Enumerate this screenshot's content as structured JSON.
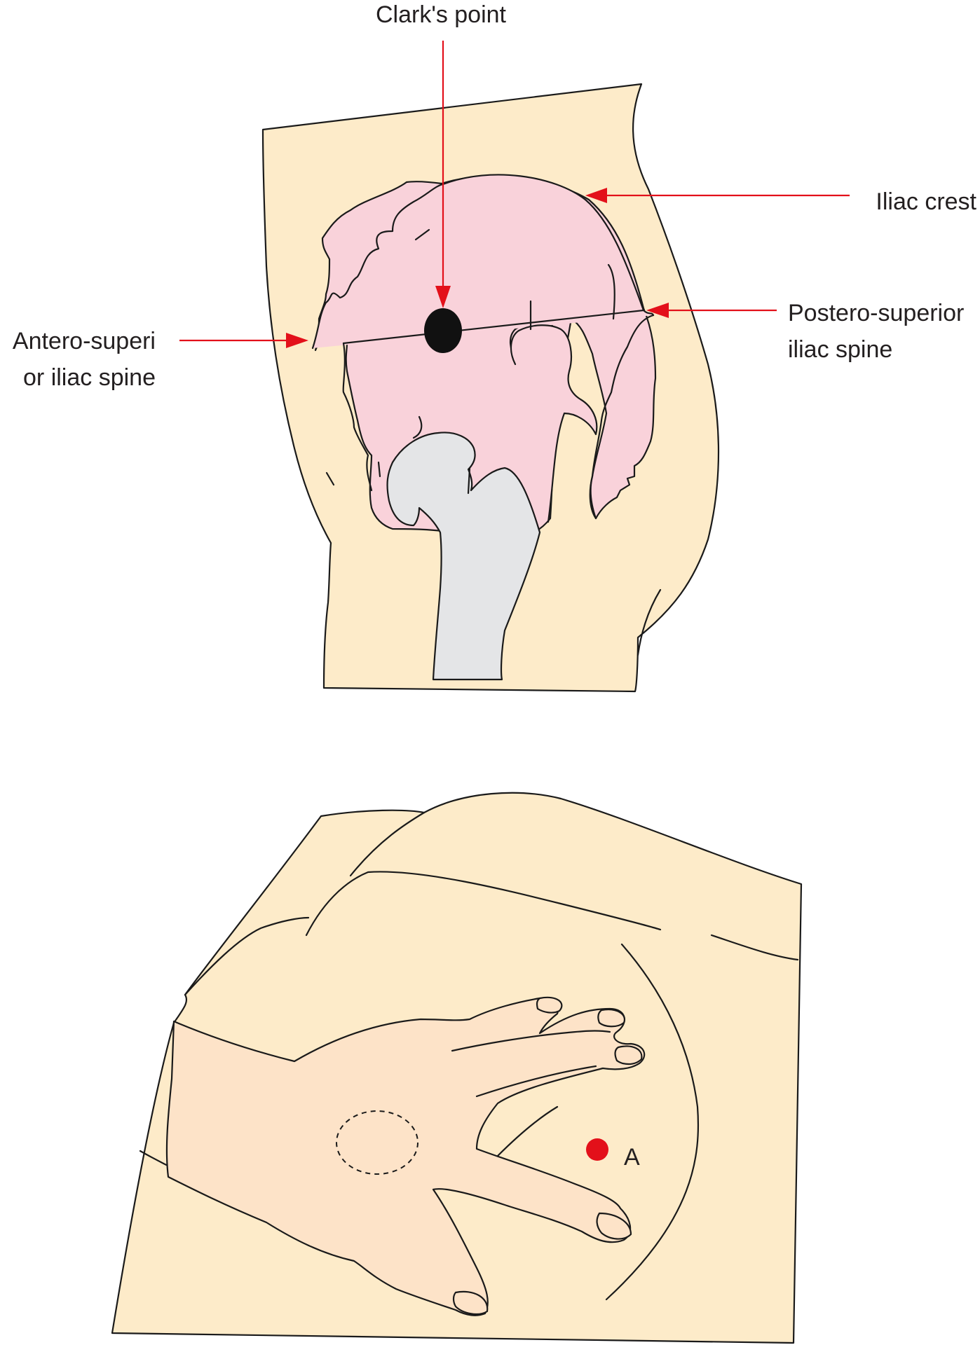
{
  "labels": {
    "clarks_point": "Clark's point",
    "iliac_crest": "Iliac crest",
    "postero_superior_line1": "Postero-superior",
    "postero_superior_line2": "iliac spine",
    "antero_superior_line1": "Antero-superi",
    "antero_superior_line2": "or iliac spine",
    "point_a": "A"
  },
  "colors": {
    "skin": "#fdebc9",
    "hip_bone": "#f9d2da",
    "femur": "#e4e5e7",
    "hand": "#fde3c8",
    "arrow": "#e3101a",
    "clarks_point": "#111111",
    "point_a": "#e3101a",
    "outline": "#1a1a1a"
  }
}
